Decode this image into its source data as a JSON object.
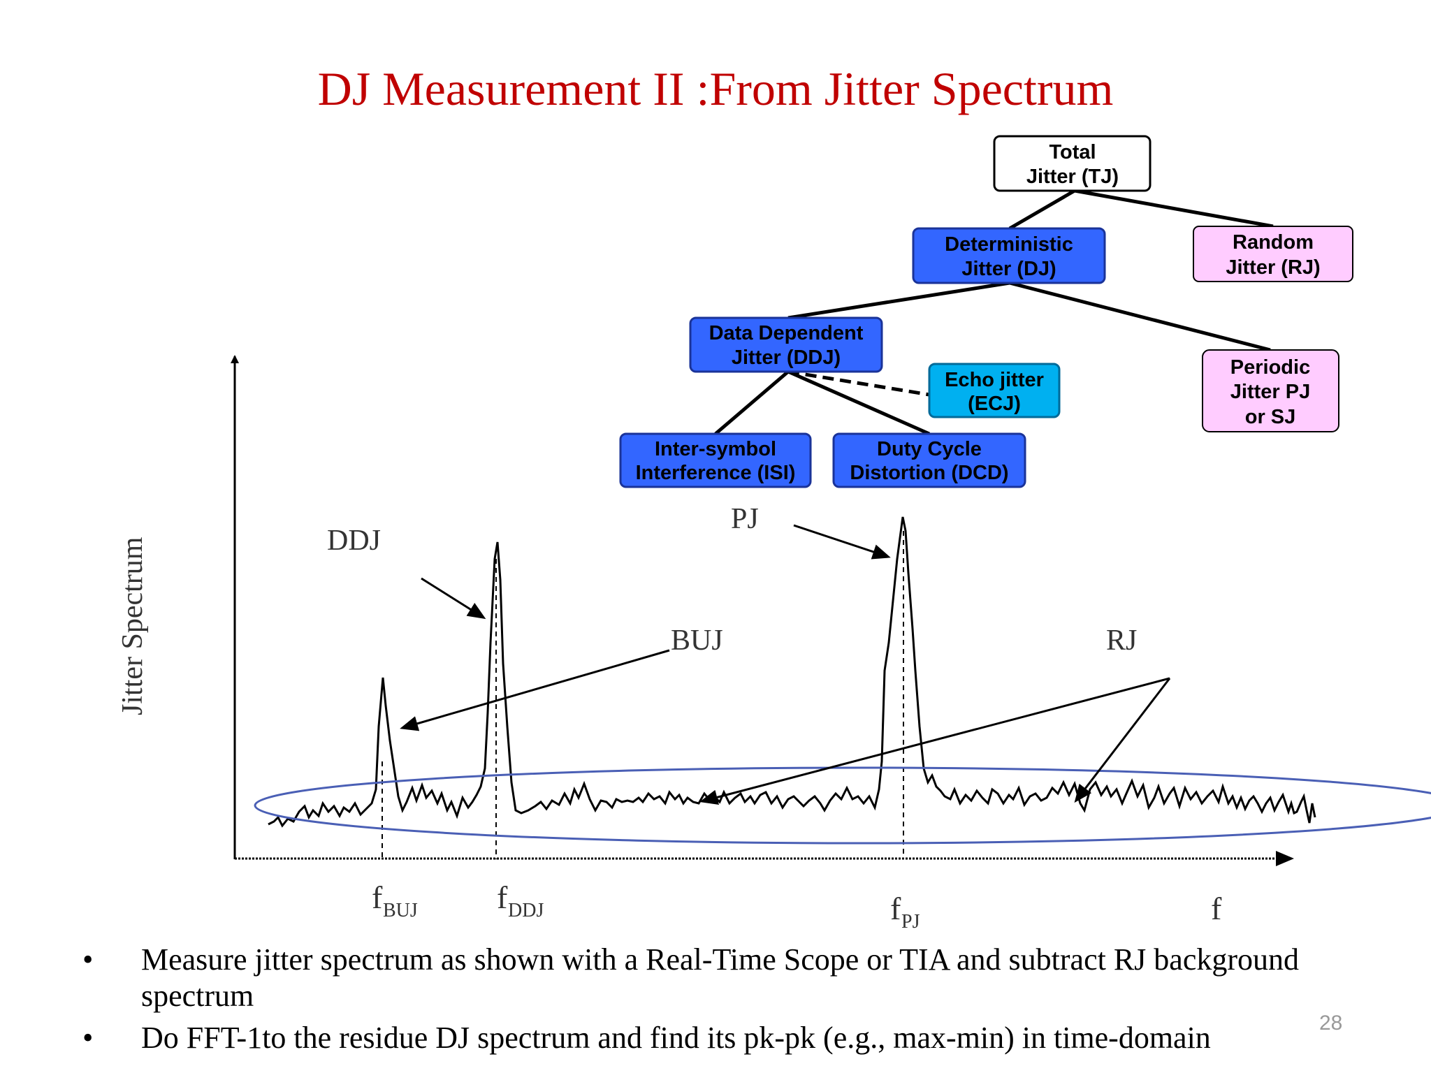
{
  "slide": {
    "title": "DJ Measurement II :From Jitter Spectrum",
    "page_number": "28"
  },
  "tree": {
    "total": [
      "Total",
      "Jitter (TJ)"
    ],
    "dj": [
      "Deterministic",
      "Jitter (DJ)"
    ],
    "rj": [
      "Random",
      "Jitter (RJ)"
    ],
    "ddj": [
      "Data Dependent",
      "Jitter (DDJ)"
    ],
    "ecj": [
      "Echo jitter",
      "(ECJ)"
    ],
    "pj": [
      "Periodic",
      "Jitter PJ",
      "or SJ"
    ],
    "isi": [
      "Inter-symbol",
      "Interference (ISI)"
    ],
    "dcd": [
      "Duty Cycle",
      "Distortion (DCD)"
    ],
    "colors": {
      "deterministic": "#3366ff",
      "echo": "#00b0f0",
      "random": "#ffccff",
      "total": "#ffffff"
    }
  },
  "plot": {
    "y_axis_label": "Jitter Spectrum",
    "labels": {
      "ddj": "DDJ",
      "pj": "PJ",
      "buj": "BUJ",
      "rj": "RJ"
    },
    "freq": {
      "f": "f",
      "buj_sub": "BUJ",
      "ddj_sub": "DDJ",
      "pj_sub": "PJ",
      "axis": "f"
    }
  },
  "bullets": [
    {
      "marker": "•",
      "text": "Measure jitter spectrum as shown with a Real-Time Scope or TIA and subtract RJ background spectrum"
    },
    {
      "marker": "•",
      "text": "Do FFT-1to the residue DJ spectrum and find its pk-pk (e.g., max-min) in time-domain"
    }
  ]
}
